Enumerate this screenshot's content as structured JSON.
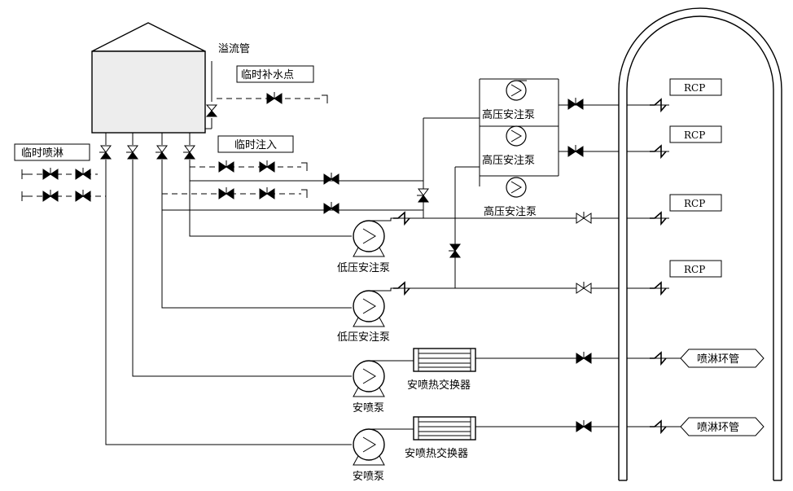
{
  "labels": {
    "overflow": "溢流管",
    "temp_makeup": "临时补水点",
    "temp_spray": "临时喷淋",
    "temp_injection": "临时注入",
    "hp_pump_1": "高压安注泵",
    "hp_pump_2": "高压安注泵",
    "hp_pump_3": "高压安注泵",
    "lp_pump_1": "低压安注泵",
    "lp_pump_2": "低压安注泵",
    "spray_pump_1": "安喷泵",
    "spray_pump_2": "安喷泵",
    "hx_1": "安喷热交换器",
    "hx_2": "安喷热交换器",
    "rcp_1": "RCP",
    "rcp_2": "RCP",
    "rcp_3": "RCP",
    "rcp_4": "RCP",
    "spray_ring_1": "喷淋环管",
    "spray_ring_2": "喷淋环管"
  }
}
